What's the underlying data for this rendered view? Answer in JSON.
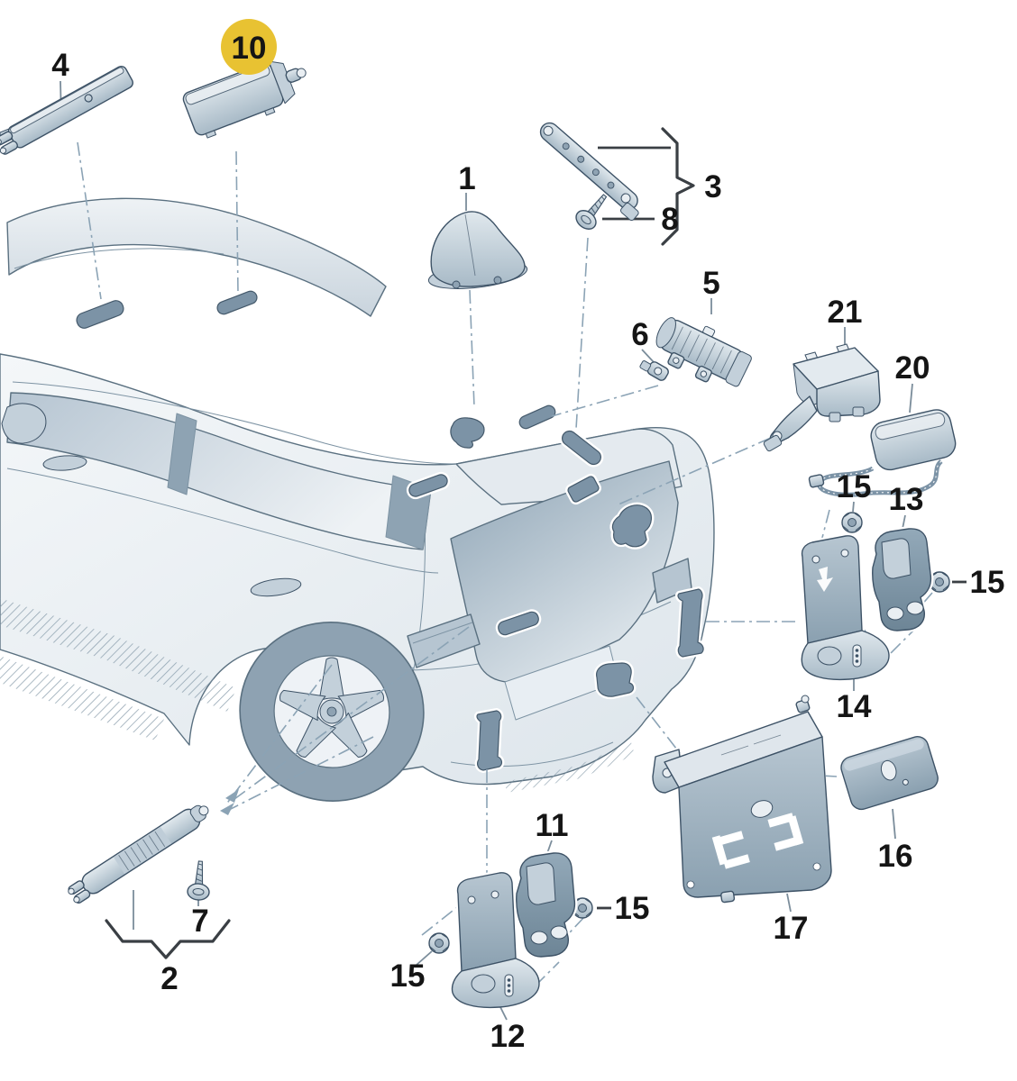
{
  "diagram": {
    "callouts": [
      {
        "text": "4"
      },
      {
        "text": "10"
      },
      {
        "text": "1"
      },
      {
        "text": "3"
      },
      {
        "text": "8"
      },
      {
        "text": "5"
      },
      {
        "text": "6"
      },
      {
        "text": "21"
      },
      {
        "text": "20"
      },
      {
        "text": "15"
      },
      {
        "text": "13"
      },
      {
        "text": "15"
      },
      {
        "text": "14"
      },
      {
        "text": "11"
      },
      {
        "text": "15"
      },
      {
        "text": "15"
      },
      {
        "text": "12"
      },
      {
        "text": "16"
      },
      {
        "text": "17"
      },
      {
        "text": "7"
      },
      {
        "text": "2"
      }
    ],
    "highlight": {
      "callout": "10",
      "color": "#E8C232"
    },
    "palette": {
      "line": "#5a7080",
      "leader": "#8ba3b5",
      "part_dark": "#7c93a6",
      "part_light": "#ccd8e1",
      "background": "#ffffff"
    }
  }
}
